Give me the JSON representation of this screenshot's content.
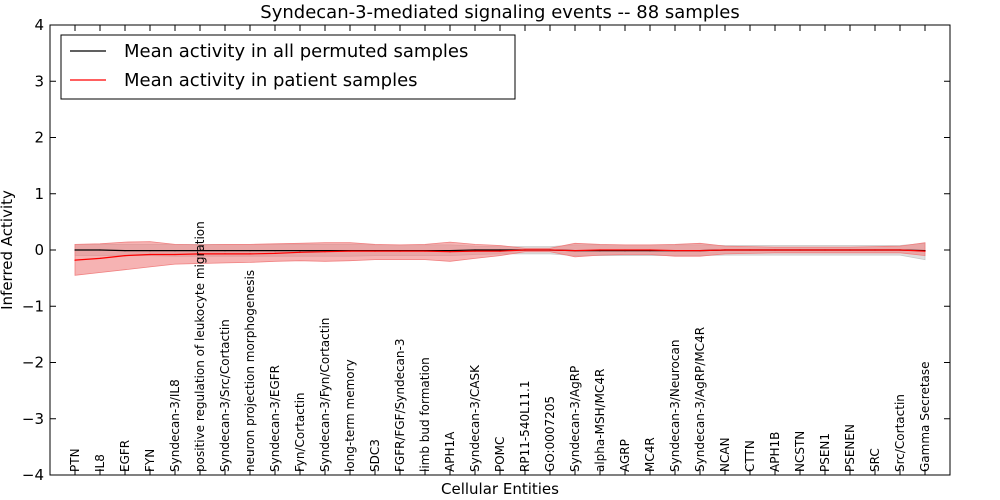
{
  "chart_data": {
    "type": "line",
    "title": "Syndecan-3-mediated signaling events -- 88 samples",
    "xlabel": "Cellular Entities",
    "ylabel": "Inferred Activity",
    "ylim": [
      -4,
      4
    ],
    "yticks": [
      -4,
      -3,
      -2,
      -1,
      0,
      1,
      2,
      3,
      4
    ],
    "ytick_labels": [
      "−4",
      "−3",
      "−2",
      "−1",
      "0",
      "1",
      "2",
      "3",
      "4"
    ],
    "grid": false,
    "legend_position": "top-left",
    "categories": [
      "PTN",
      "IL8",
      "EGFR",
      "FYN",
      "Syndecan-3/IL8",
      "positive regulation of leukocyte migration",
      "Syndecan-3/Src/Cortactin",
      "neuron projection morphogenesis",
      "Syndecan-3/EGFR",
      "Fyn/Cortactin",
      "Syndecan-3/Fyn/Cortactin",
      "long-term memory",
      "SDC3",
      "FGFR/FGF/Syndecan-3",
      "limb bud formation",
      "APH1A",
      "Syndecan-3/CASK",
      "POMC",
      "RP11-540L11.1",
      "GO:0007205",
      "Syndecan-3/AgRP",
      "alpha-MSH/MC4R",
      "AGRP",
      "MC4R",
      "Syndecan-3/Neurocan",
      "Syndecan-3/AgRP/MC4R",
      "NCAN",
      "CTTN",
      "APH1B",
      "NCSTN",
      "PSEN1",
      "PSENEN",
      "SRC",
      "Src/Cortactin",
      "Gamma Secretase"
    ],
    "series": [
      {
        "name": "Mean activity in all permuted samples",
        "color": "#000000",
        "band_color": "#c8c8c8",
        "values": [
          0.0,
          0.0,
          -0.01,
          -0.01,
          -0.01,
          -0.01,
          -0.01,
          -0.01,
          -0.01,
          -0.01,
          -0.01,
          -0.01,
          -0.01,
          -0.01,
          -0.01,
          -0.01,
          0.0,
          0.0,
          0.0,
          0.0,
          -0.01,
          -0.01,
          -0.01,
          -0.01,
          -0.01,
          -0.01,
          0.0,
          0.0,
          0.0,
          0.0,
          0.0,
          0.0,
          0.0,
          0.0,
          -0.01
        ],
        "lower": [
          -0.1,
          -0.1,
          -0.1,
          -0.1,
          -0.11,
          -0.11,
          -0.11,
          -0.11,
          -0.11,
          -0.11,
          -0.11,
          -0.11,
          -0.1,
          -0.1,
          -0.1,
          -0.1,
          -0.08,
          -0.07,
          -0.07,
          -0.07,
          -0.1,
          -0.1,
          -0.1,
          -0.1,
          -0.1,
          -0.1,
          -0.09,
          -0.09,
          -0.09,
          -0.09,
          -0.09,
          -0.09,
          -0.09,
          -0.09,
          -0.17
        ],
        "upper": [
          0.1,
          0.1,
          0.1,
          0.1,
          0.1,
          0.1,
          0.1,
          0.1,
          0.1,
          0.1,
          0.1,
          0.1,
          0.09,
          0.09,
          0.09,
          0.09,
          0.07,
          0.06,
          0.06,
          0.06,
          0.09,
          0.09,
          0.09,
          0.09,
          0.09,
          0.09,
          0.08,
          0.08,
          0.08,
          0.08,
          0.08,
          0.08,
          0.08,
          0.08,
          0.12
        ]
      },
      {
        "name": "Mean activity in patient samples",
        "color": "#ff0000",
        "band_color": "#f08080",
        "values": [
          -0.18,
          -0.15,
          -0.1,
          -0.08,
          -0.08,
          -0.07,
          -0.07,
          -0.07,
          -0.06,
          -0.04,
          -0.03,
          -0.02,
          -0.02,
          -0.02,
          -0.02,
          -0.03,
          -0.02,
          -0.02,
          0.0,
          0.0,
          -0.01,
          0.0,
          0.0,
          0.0,
          -0.01,
          -0.01,
          0.0,
          0.0,
          0.0,
          0.0,
          0.0,
          0.0,
          0.0,
          0.0,
          -0.02
        ],
        "lower": [
          -0.45,
          -0.4,
          -0.35,
          -0.3,
          -0.25,
          -0.24,
          -0.23,
          -0.22,
          -0.2,
          -0.19,
          -0.2,
          -0.19,
          -0.17,
          -0.17,
          -0.17,
          -0.2,
          -0.15,
          -0.1,
          -0.03,
          -0.03,
          -0.12,
          -0.09,
          -0.08,
          -0.08,
          -0.11,
          -0.11,
          -0.07,
          -0.06,
          -0.05,
          -0.05,
          -0.05,
          -0.05,
          -0.05,
          -0.05,
          -0.1
        ],
        "upper": [
          0.1,
          0.11,
          0.14,
          0.15,
          0.1,
          0.09,
          0.1,
          0.1,
          0.11,
          0.12,
          0.13,
          0.13,
          0.1,
          0.09,
          0.1,
          0.14,
          0.1,
          0.08,
          0.03,
          0.03,
          0.12,
          0.1,
          0.09,
          0.09,
          0.1,
          0.12,
          0.07,
          0.06,
          0.05,
          0.05,
          0.05,
          0.05,
          0.06,
          0.07,
          0.13
        ]
      }
    ]
  }
}
